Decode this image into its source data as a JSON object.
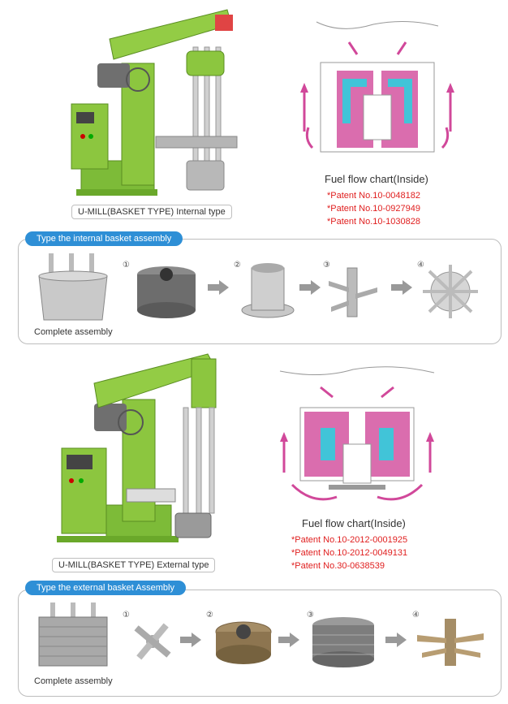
{
  "section1": {
    "machine_caption": "U-MILL(BASKET TYPE) Internal type",
    "flow_title": "Fuel flow chart(Inside)",
    "patents": [
      "*Patent No.10-0048182",
      "*Patent No.10-0927949",
      "*Patent No.10-1030828"
    ],
    "assembly_tag": "Type the internal basket assembly",
    "complete_label": "Complete assembly",
    "steps": [
      "①",
      "②",
      "③",
      "④"
    ]
  },
  "section2": {
    "machine_caption": "U-MILL(BASKET TYPE) External type",
    "flow_title": "Fuel flow chart(Inside)",
    "patents": [
      "*Patent No.10-2012-0001925",
      "*Patent No.10-2012-0049131",
      "*Patent No.30-0638539"
    ],
    "assembly_tag": "Type the external basket Assembly",
    "complete_label": "Complete assembly",
    "steps": [
      "①",
      "②",
      "③",
      "④"
    ]
  },
  "colors": {
    "machine_green": "#8cc63f",
    "flow_pink": "#d1489a",
    "flow_cyan": "#41c4d8",
    "tag_blue": "#2e8fd6",
    "patent_red": "#e02020"
  }
}
